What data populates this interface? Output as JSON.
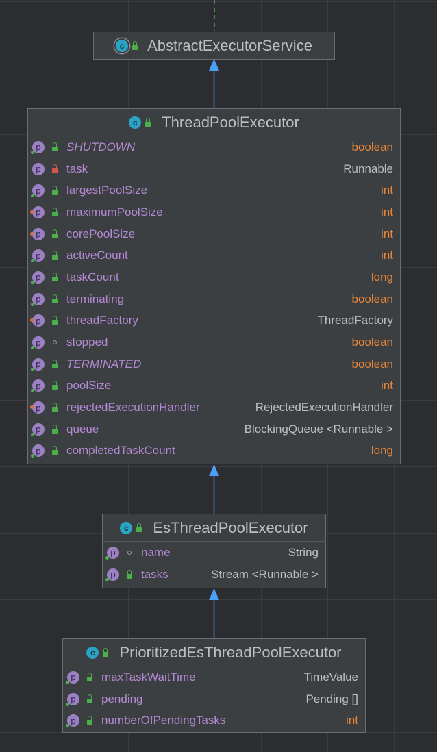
{
  "nodes": {
    "abstract_executor": {
      "name": "AbstractExecutorService"
    },
    "thread_pool_executor": {
      "name": "ThreadPoolExecutor",
      "fields": [
        {
          "name": "SHUTDOWN",
          "type": "boolean"
        },
        {
          "name": "task",
          "type": "Runnable"
        },
        {
          "name": "largestPoolSize",
          "type": "int"
        },
        {
          "name": "maximumPoolSize",
          "type": "int"
        },
        {
          "name": "corePoolSize",
          "type": "int"
        },
        {
          "name": "activeCount",
          "type": "int"
        },
        {
          "name": "taskCount",
          "type": "long"
        },
        {
          "name": "terminating",
          "type": "boolean"
        },
        {
          "name": "threadFactory",
          "type": "ThreadFactory"
        },
        {
          "name": "stopped",
          "type": "boolean"
        },
        {
          "name": "TERMINATED",
          "type": "boolean"
        },
        {
          "name": "poolSize",
          "type": "int"
        },
        {
          "name": "rejectedExecutionHandler",
          "type": "RejectedExecutionHandler"
        },
        {
          "name": "queue",
          "type": "BlockingQueue <Runnable >"
        },
        {
          "name": "completedTaskCount",
          "type": "long"
        }
      ]
    },
    "es_thread_pool_executor": {
      "name": "EsThreadPoolExecutor",
      "fields": [
        {
          "name": "name",
          "type": "String"
        },
        {
          "name": "tasks",
          "type": "Stream <Runnable >"
        }
      ]
    },
    "prioritized_es_thread_pool_executor": {
      "name": "PrioritizedEsThreadPoolExecutor",
      "fields": [
        {
          "name": "maxTaskWaitTime",
          "type": "TimeValue"
        },
        {
          "name": "pending",
          "type": "Pending []"
        },
        {
          "name": "numberOfPendingTasks",
          "type": "int"
        }
      ]
    }
  },
  "colors": {
    "background": "#2b2d30",
    "node_fill": "#3c3f41",
    "field_name": "#b48ad4",
    "primitive_type": "#e8873a",
    "class_type": "#bbbfc4",
    "arrow": "#4a9ff5",
    "class_icon": "#2aa3c4",
    "property_icon": "#9c80c4"
  },
  "icons": {
    "class": "class-c-icon",
    "property": "property-p-icon",
    "public": "lock-open-icon",
    "private": "lock-closed-icon",
    "package": "circle-icon"
  }
}
